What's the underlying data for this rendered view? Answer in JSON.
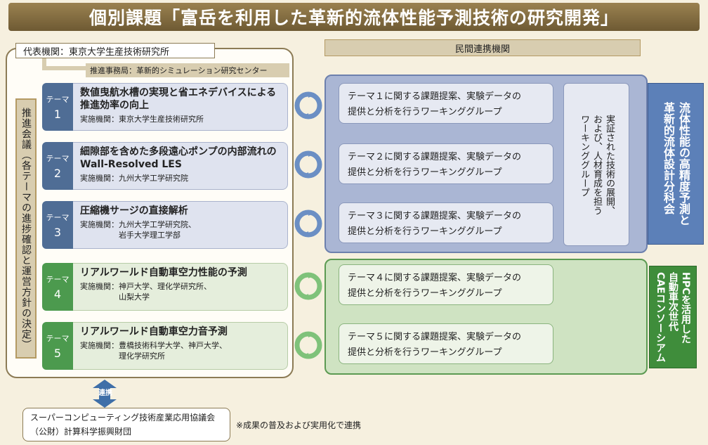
{
  "title": "個別課題「富岳を利用した革新的流体性能予測技術の研究開発」",
  "representative_org": "代表機関：東京大学生産技術研究所",
  "secretariat": "推進事務局：革新的シミュレーション研究センター",
  "council": "推進会議（各テーマの進捗確認と運営方針の決定）",
  "private_header": "民間連携機関",
  "theme_prefix": "テーマ",
  "themes": [
    {
      "num": "1",
      "title": "数値曳航水槽の実現と省エネデバイスによる推進効率の向上",
      "inst": "実施機関：東京大学生産技術研究所"
    },
    {
      "num": "2",
      "title": "細隙部を含めた多段遠心ポンプの内部流れの Wall-Resolved LES",
      "inst": "実施機関：九州大学工学研究院"
    },
    {
      "num": "3",
      "title": "圧縮機サージの直接解析",
      "inst": "実施機関：九州大学工学研究院、\n　　　　　岩手大学理工学部"
    },
    {
      "num": "4",
      "title": "リアルワールド自動車空力性能の予測",
      "inst": "実施機関：神戸大学、理化学研究所、\n　　　　　山梨大学"
    },
    {
      "num": "5",
      "title": "リアルワールド自動車空力音予測",
      "inst": "実施機関：豊橋技術科学大学、神戸大学、\n　　　　　理化学研究所"
    }
  ],
  "working_groups": [
    "テーマ１に関する課題提案、実験データの\n提供と分析を行うワーキンググループ",
    "テーマ２に関する課題提案、実験データの\n提供と分析を行うワーキンググループ",
    "テーマ３に関する課題提案、実験データの\n提供と分析を行うワーキンググループ",
    "テーマ４に関する課題提案、実験データの\n提供と分析を行うワーキンググループ",
    "テーマ５に関する課題提案、実験データの\n提供と分析を行うワーキンググループ"
  ],
  "deploy_wg": "実証された技術の展開、\nおよび、人材育成を担う\nワーキンググループ",
  "subcommittee": "流体性能の高精度予測と\n革新的流体設計分科会",
  "consortium": "HPCを活用した\n自動車次世代\nCAEコンソーシアム",
  "link_label": "連携",
  "bottom_org": "スーパーコンピューティング技術産業応用協議会\n（公財）計算科学振興財団",
  "note": "※成果の普及および実用化で連携",
  "colors": {
    "banner": "#7d6840",
    "blue": "#4f6d95",
    "green": "#4c9a4e",
    "beige": "#d8cdb0"
  }
}
